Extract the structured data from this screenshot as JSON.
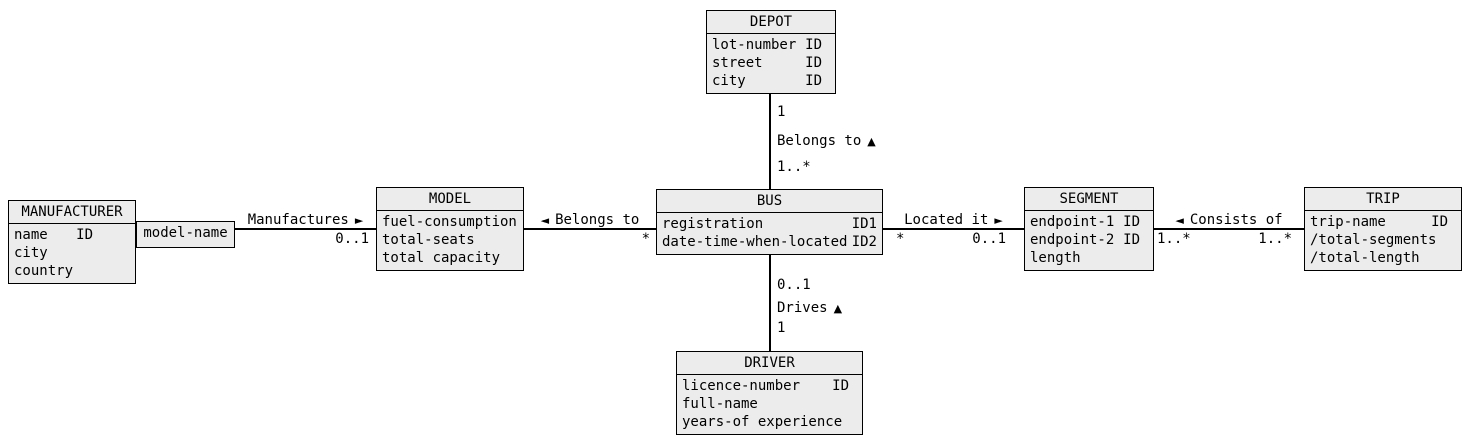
{
  "diagram": {
    "type": "entity-relationship-diagram",
    "colors": {
      "entity_fill": "#ececec",
      "line": "#000000",
      "text": "#000000",
      "background": "#ffffff"
    },
    "entities": {
      "depot": {
        "name": "DEPOT",
        "attrs": [
          [
            "lot-number",
            "ID"
          ],
          [
            "street",
            "ID"
          ],
          [
            "city",
            "ID"
          ]
        ]
      },
      "manufacturer": {
        "name": "MANUFACTURER",
        "attrs": [
          [
            "name",
            "ID"
          ],
          [
            "city",
            ""
          ],
          [
            "country",
            ""
          ]
        ]
      },
      "model": {
        "name": "MODEL",
        "attrs": [
          [
            "fuel-consumption",
            ""
          ],
          [
            "total-seats",
            ""
          ],
          [
            "total capacity",
            ""
          ]
        ]
      },
      "bus": {
        "name": "BUS",
        "attrs": [
          [
            "registration",
            "ID1"
          ],
          [
            "date-time-when-located",
            "ID2"
          ]
        ]
      },
      "segment": {
        "name": "SEGMENT",
        "attrs": [
          [
            "endpoint-1",
            "ID"
          ],
          [
            "endpoint-2",
            "ID"
          ],
          [
            "length",
            ""
          ]
        ]
      },
      "trip": {
        "name": "TRIP",
        "attrs": [
          [
            "trip-name",
            "ID"
          ],
          [
            "/total-segments",
            ""
          ],
          [
            "/total-length",
            ""
          ]
        ]
      },
      "driver": {
        "name": "DRIVER",
        "attrs": [
          [
            "licence-number",
            "ID"
          ],
          [
            "full-name",
            ""
          ],
          [
            "years-of experience",
            ""
          ]
        ]
      }
    },
    "attribute_box": {
      "label": "model-name"
    },
    "relationships": {
      "manufactures": {
        "label": "Manufactures",
        "arrow": "►",
        "near_card": "0..1"
      },
      "belongs_to_model": {
        "arrow": "◄",
        "label": "Belongs to",
        "near_card": "*"
      },
      "located_it": {
        "label": "Located it",
        "arrow": "►",
        "left_card": "*",
        "right_card": "0..1"
      },
      "consists_of": {
        "arrow": "◄",
        "label": "Consists of",
        "left_card": "1..*",
        "right_card": "1..*"
      },
      "belongs_to_depot": {
        "label": "Belongs to",
        "arrow": "▲",
        "top_card": "1",
        "bottom_card": "1..*"
      },
      "drives": {
        "label": "Drives",
        "arrow": "▲",
        "top_card": "0..1",
        "bottom_card": "1"
      }
    }
  }
}
